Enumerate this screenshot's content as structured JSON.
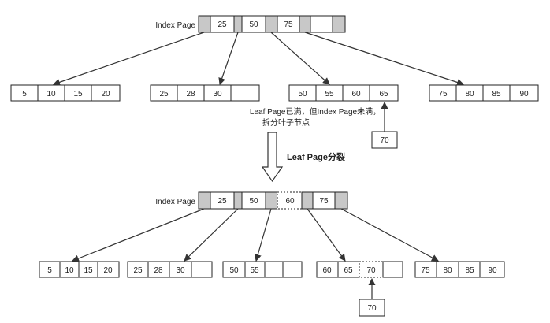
{
  "before": {
    "index_label": "Index Page",
    "index_keys": [
      "25",
      "50",
      "75",
      ""
    ],
    "leaves": [
      [
        "5",
        "10",
        "15",
        "20"
      ],
      [
        "25",
        "28",
        "30",
        ""
      ],
      [
        "50",
        "55",
        "60",
        "65"
      ],
      [
        "75",
        "80",
        "85",
        "90"
      ]
    ],
    "insert_key": "70",
    "note_line1": "Leaf Page已满，但Index Page未满，",
    "note_line2": "拆分叶子节点"
  },
  "transition_label": "Leaf Page分裂",
  "after": {
    "index_label": "Index Page",
    "index_keys": [
      "25",
      "50",
      "60",
      "75"
    ],
    "new_index_key": "60",
    "leaves": [
      [
        "5",
        "10",
        "15",
        "20"
      ],
      [
        "25",
        "28",
        "30",
        ""
      ],
      [
        "50",
        "55",
        "",
        ""
      ],
      [
        "60",
        "65",
        "70",
        ""
      ],
      [
        "75",
        "80",
        "85",
        "90"
      ]
    ],
    "new_leaf_key": "70",
    "insert_key": "70"
  },
  "colors": {
    "pointer_cell": "#c8c8c8",
    "stroke": "#222222",
    "arrow": "#333333"
  }
}
